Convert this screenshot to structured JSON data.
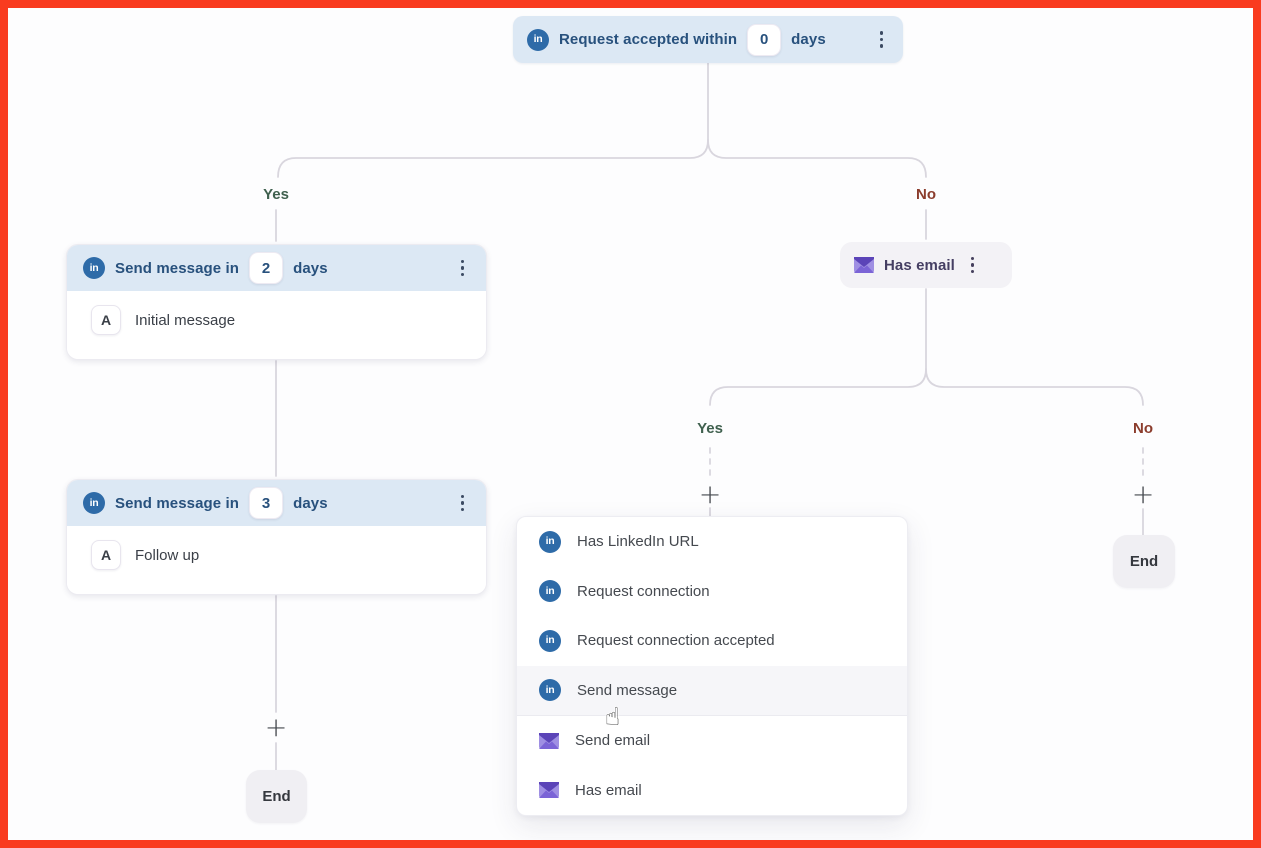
{
  "flow": {
    "root": {
      "label": "Request accepted within",
      "value": "0",
      "unit": "days"
    },
    "branch_root": {
      "yes": "Yes",
      "no": "No"
    },
    "send1": {
      "label": "Send message in",
      "value": "2",
      "unit": "days",
      "badge": "A",
      "message": "Initial message"
    },
    "send2": {
      "label": "Send message in",
      "value": "3",
      "unit": "days",
      "badge": "A",
      "message": "Follow up"
    },
    "has_email": {
      "label": "Has email"
    },
    "branch_email": {
      "yes": "Yes",
      "no": "No"
    },
    "end_left": "End",
    "end_right": "End",
    "add": "+"
  },
  "menu": {
    "items": [
      {
        "icon": "linkedin-icon",
        "label": "Has LinkedIn URL"
      },
      {
        "icon": "linkedin-icon",
        "label": "Request connection"
      },
      {
        "icon": "linkedin-icon",
        "label": "Request connection accepted"
      },
      {
        "icon": "linkedin-icon",
        "label": "Send message",
        "state": "hovered"
      },
      {
        "icon": "email-icon",
        "label": "Send email"
      },
      {
        "icon": "email-icon",
        "label": "Has email"
      }
    ]
  },
  "icons": {
    "cursor": "hand-pointer-icon",
    "menu": "kebab-icon",
    "linkedin": "linkedin-icon",
    "email": "email-icon"
  },
  "colors": {
    "frame_border": "#f93b1f",
    "node_header_bg": "#dce8f4",
    "node_header_text": "#28517d",
    "linkedin_blue": "#2e6ba8",
    "email_purple": "#7b64d6",
    "yes_green": "#3f604e",
    "no_red": "#8b3c2c",
    "connector": "#d9d6de",
    "end_bg": "#f0eff3"
  }
}
